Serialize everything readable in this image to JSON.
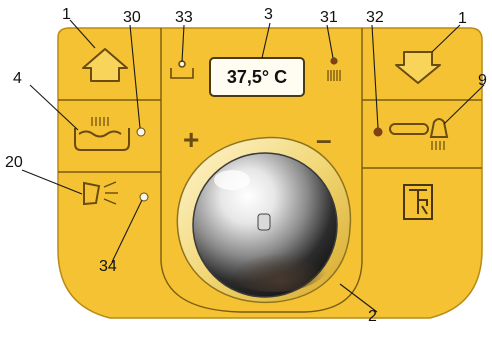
{
  "panel": {
    "display": {
      "value": "37,5° C"
    },
    "plus_label": "+",
    "minus_label": "–",
    "brand_logo_text": "TR"
  },
  "callouts": {
    "up": "1",
    "led_water": "30",
    "tank_icon": "33",
    "display": "3",
    "heater_led": "31",
    "led_spray": "32",
    "down": "1",
    "spray_toggle": "9",
    "water_fill": "4",
    "shower_button": "20",
    "led_shower": "34",
    "knob": "2"
  },
  "colors": {
    "panel_yellow": "#f4c233",
    "panel_yellow_dark": "#e7ad20",
    "line_dark": "#7a5d10",
    "led_white": "#f7f4ea"
  }
}
